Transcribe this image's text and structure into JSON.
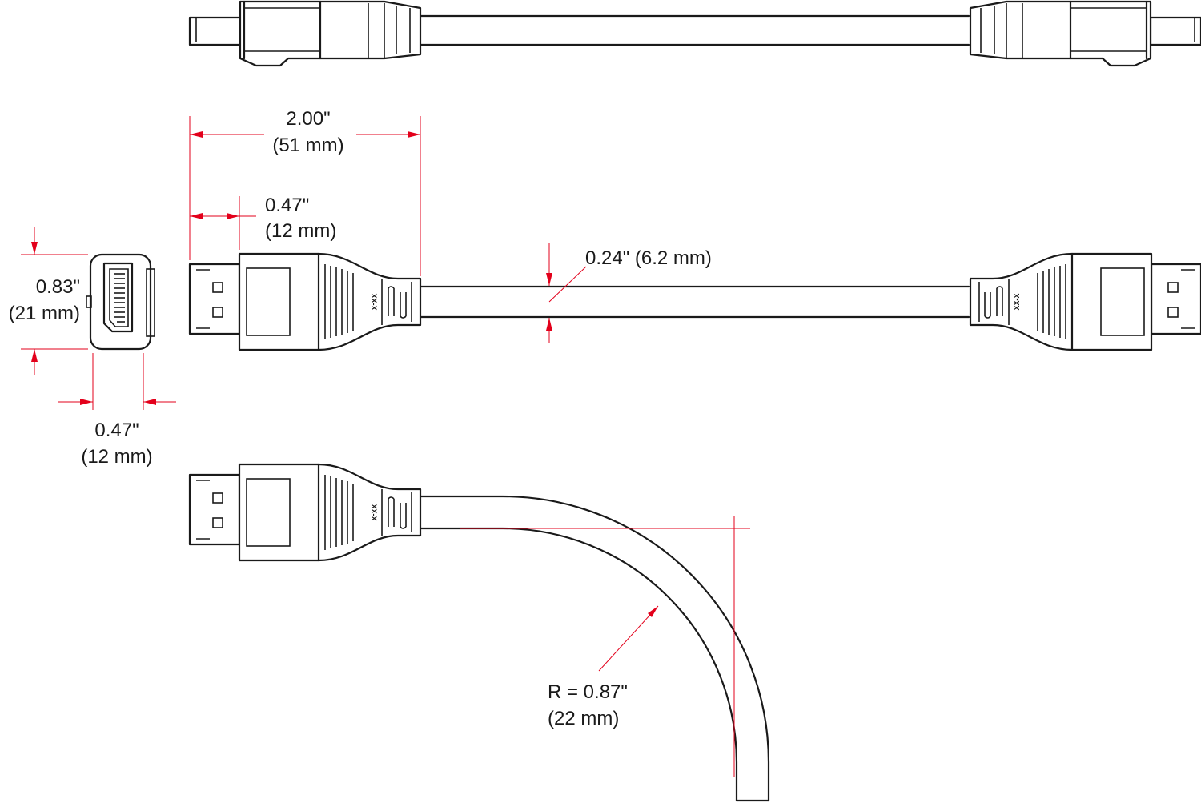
{
  "colors": {
    "line": "#1a1a1a",
    "dimension": "#e3001b",
    "background": "#ffffff"
  },
  "connector_marking": "XX-X",
  "dimensions": {
    "body_length": {
      "inch": "2.00\"",
      "mm": "(51 mm)"
    },
    "plug_length": {
      "inch": "0.47\"",
      "mm": "(12 mm)"
    },
    "cable_diameter": {
      "label": "0.24\" (6.2 mm)"
    },
    "face_height": {
      "inch": "0.83\"",
      "mm": "(21 mm)"
    },
    "face_width": {
      "inch": "0.47\"",
      "mm": "(12 mm)"
    },
    "bend_radius": {
      "inch": "R = 0.87\"",
      "mm": "(22 mm)"
    }
  }
}
